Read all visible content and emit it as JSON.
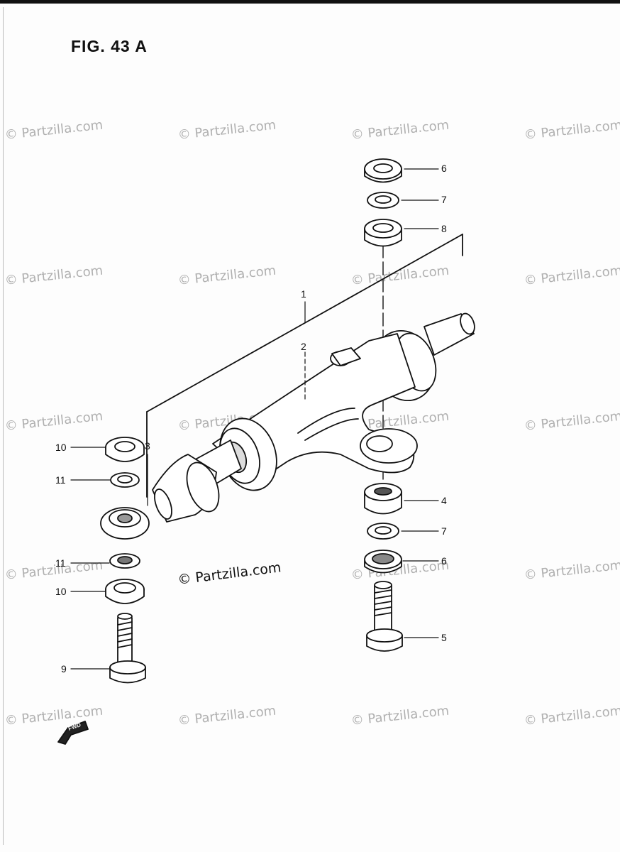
{
  "figure": {
    "title": "FIG. 43 A"
  },
  "watermark": {
    "text": "© Partzilla.com",
    "main_text": "© Partzilla.com"
  },
  "callouts": {
    "c1": "1",
    "c2": "2",
    "c3": "3",
    "c4": "4",
    "c5": "5",
    "c6_top": "6",
    "c6_bottom": "6",
    "c7_top": "7",
    "c7_bottom": "7",
    "c8": "8",
    "c9": "9",
    "c10_top": "10",
    "c10_bottom": "10",
    "c11_top": "11",
    "c11_bottom": "11"
  },
  "fwd_badge": {
    "label": "FWD"
  },
  "colors": {
    "ink": "#111111",
    "watermark": "#b0b0b0",
    "paper": "#fdfdfd"
  }
}
